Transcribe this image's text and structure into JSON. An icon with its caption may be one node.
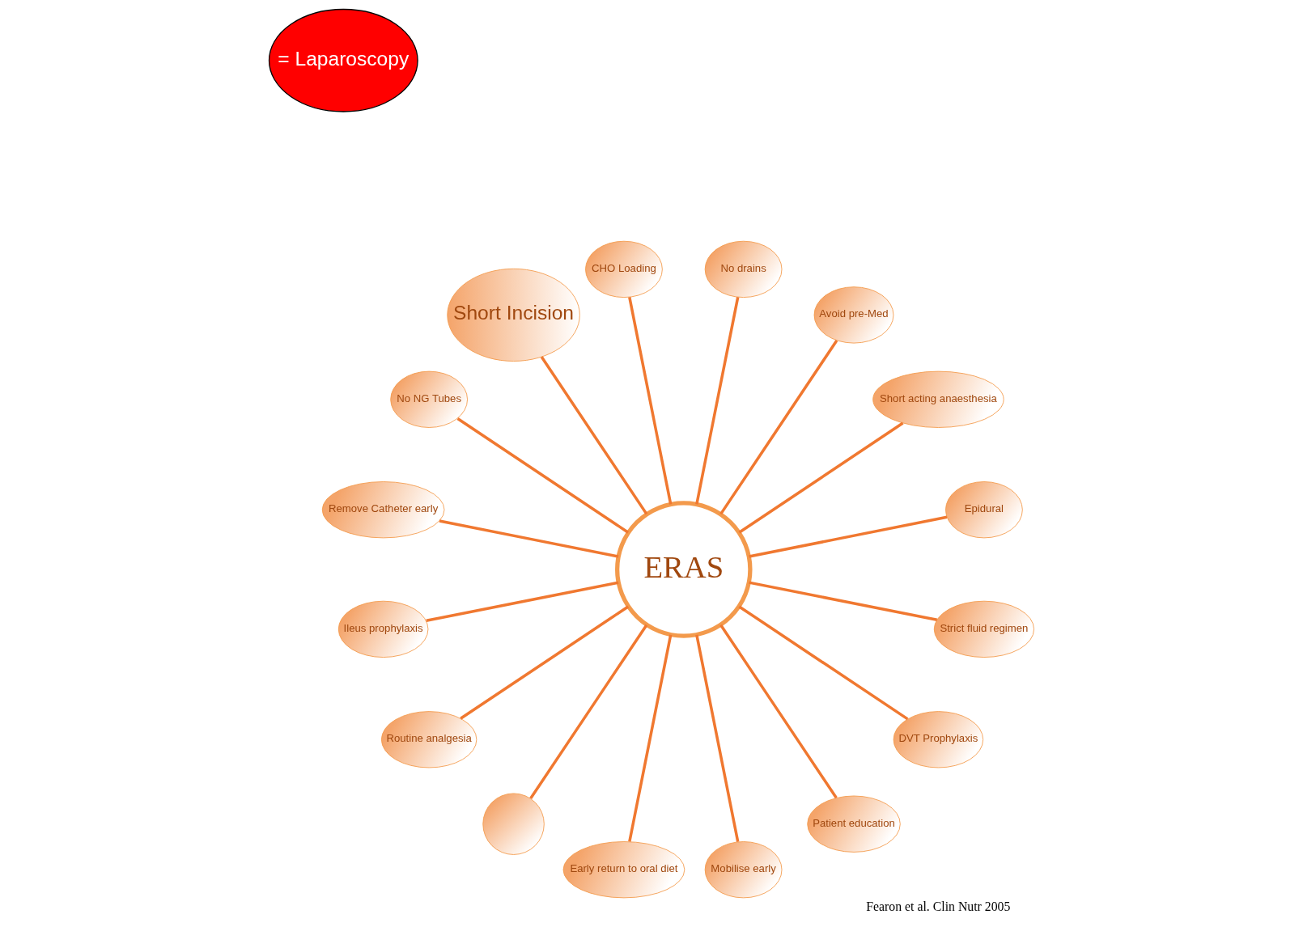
{
  "diagram": {
    "caption": "Fearon et al. Clin Nutr 2005",
    "nodes": [
      {
        "text": [
          "ERAS"
        ]
      },
      {
        "text": [
          "Epidural"
        ]
      },
      {
        "text": [
          "Short acting anaesthesia"
        ]
      },
      {
        "text": [
          "Avoid pre-Med"
        ]
      },
      {
        "text": [
          "No drains"
        ]
      },
      {
        "text": [
          "CHO Loading"
        ]
      },
      {
        "text": [
          "Short Incision"
        ]
      },
      {
        "text": [
          "= Laparoscopy"
        ]
      },
      {
        "text": [
          "No NG Tubes"
        ]
      },
      {
        "text": [
          "Remove Catheter early"
        ]
      },
      {
        "text": [
          "Ileus prophylaxis"
        ]
      },
      {
        "text": [
          "Routine analgesia"
        ]
      },
      {
        "text": [],
        "shape": "circle"
      },
      {
        "text": [
          "Early return to oral diet"
        ]
      },
      {
        "text": [
          "Mobilise early"
        ]
      },
      {
        "text": [
          "Patient education"
        ]
      },
      {
        "text": [
          "DVT Prophylaxis"
        ]
      },
      {
        "text": [
          "Strict fluid regimen"
        ]
      }
    ],
    "edges": [
      {
        "from": 0,
        "to": 1,
        "arrow": "none"
      },
      {
        "from": 0,
        "to": 2,
        "arrow": "none"
      },
      {
        "from": 0,
        "to": 3,
        "arrow": "none"
      },
      {
        "from": 0,
        "to": 4,
        "arrow": "none"
      },
      {
        "from": 0,
        "to": 5,
        "arrow": "none"
      },
      {
        "from": 0,
        "to": 6,
        "arrow": "none"
      },
      {
        "from": 0,
        "to": 8,
        "arrow": "none"
      },
      {
        "from": 0,
        "to": 9,
        "arrow": "none"
      },
      {
        "from": 0,
        "to": 10,
        "arrow": "none"
      },
      {
        "from": 0,
        "to": 11,
        "arrow": "none"
      },
      {
        "from": 0,
        "to": 12,
        "arrow": "none"
      },
      {
        "from": 0,
        "to": 13,
        "arrow": "none"
      },
      {
        "from": 0,
        "to": 14,
        "arrow": "none"
      },
      {
        "from": 0,
        "to": 15,
        "arrow": "none"
      },
      {
        "from": 0,
        "to": 16,
        "arrow": "none"
      },
      {
        "from": 0,
        "to": 17,
        "arrow": "none"
      }
    ]
  }
}
